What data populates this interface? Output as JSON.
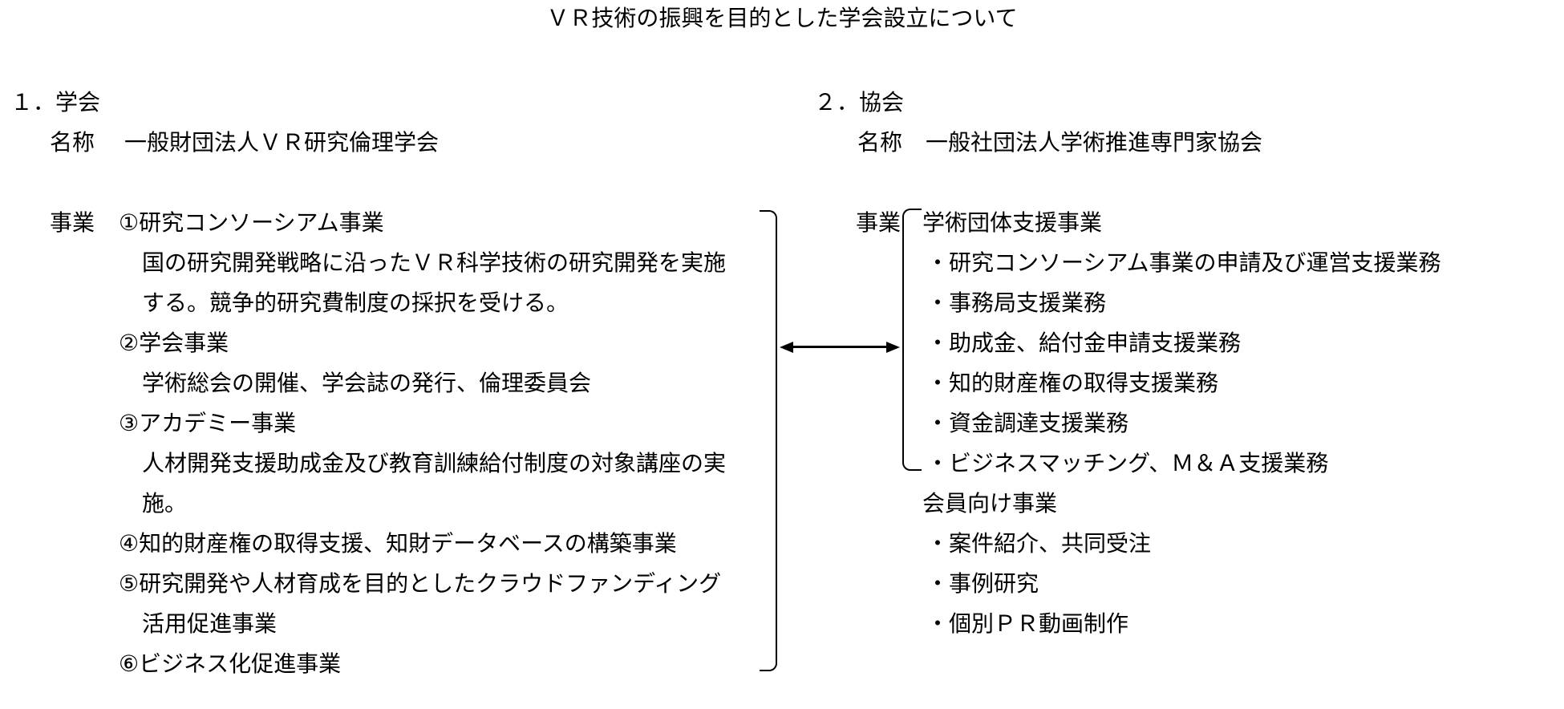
{
  "title": "ＶＲ技術の振興を目的とした学会設立について",
  "colors": {
    "text": "#000000",
    "background": "#ffffff"
  },
  "society": {
    "heading": "１．学会",
    "name_label": "名称",
    "name_value": "一般財団法人ＶＲ研究倫理学会",
    "business_label": "事業",
    "lines": [
      "①研究コンソーシアム事業",
      "国の研究開発戦略に沿ったＶＲ科学技術の研究開発を実施",
      "する。競争的研究費制度の採択を受ける。",
      "②学会事業",
      "学術総会の開催、学会誌の発行、倫理委員会",
      "③アカデミー事業",
      "人材開発支援助成金及び教育訓練給付制度の対象講座の実",
      "施。",
      "④知的財産権の取得支援、知財データベースの構築事業",
      "⑤研究開発や人材育成を目的としたクラウドファンディング",
      "活用促進事業",
      "⑥ビジネス化促進事業"
    ]
  },
  "association": {
    "heading": "２．協会",
    "name_label": "名称",
    "name_value": "一般社団法人学術推進専門家協会",
    "business_label": "事業",
    "lines": [
      "学術団体支援事業",
      "・研究コンソーシアム事業の申請及び運営支援業務",
      "・事務局支援業務",
      "・助成金、給付金申請支援業務",
      "・知的財産権の取得支援業務",
      "・資金調達支援業務",
      "・ビジネスマッチング、Ｍ＆Ａ支援業務",
      "会員向け事業",
      "・案件紹介、共同受注",
      "・事例研究",
      "・個別ＰＲ動画制作"
    ]
  },
  "connector": {
    "type": "double-headed-arrow"
  }
}
